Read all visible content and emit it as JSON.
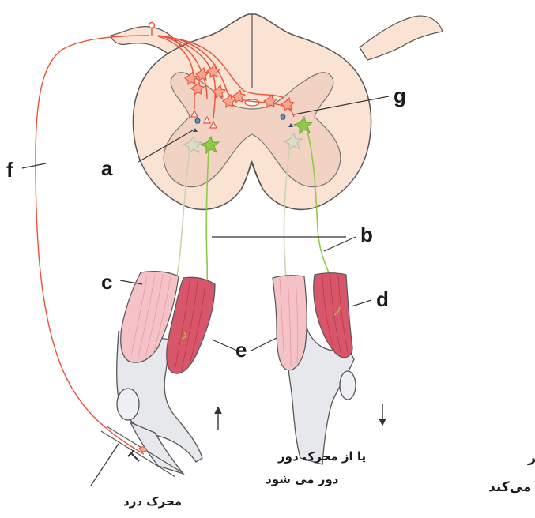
{
  "labels": {
    "a": "a",
    "b": "b",
    "c": "c",
    "d": "d",
    "e": "e",
    "f": "f",
    "g": "g"
  },
  "captions": {
    "stimulus": "محرک درد",
    "withdraw_line1": "پا از محرک دور",
    "withdraw_line2": "دور می شود",
    "support_line1": "پای مقابل از پای دیگر",
    "support_line2": "حمایت می‌کند"
  },
  "colors": {
    "spinal_cord_fill": "#fbe3d3",
    "gray_matter_fill": "#f2d3c3",
    "sensory_neuron": "#e8523a",
    "motor_neuron_active": "#8fc94a",
    "motor_neuron_inactive": "#c8d6b0",
    "relaxed_muscle": "#f5c2c8",
    "contracted_muscle": "#d9566a",
    "bone_fill": "#e6e8ec",
    "inhibitory_interneuron": "#3c6fa0"
  }
}
